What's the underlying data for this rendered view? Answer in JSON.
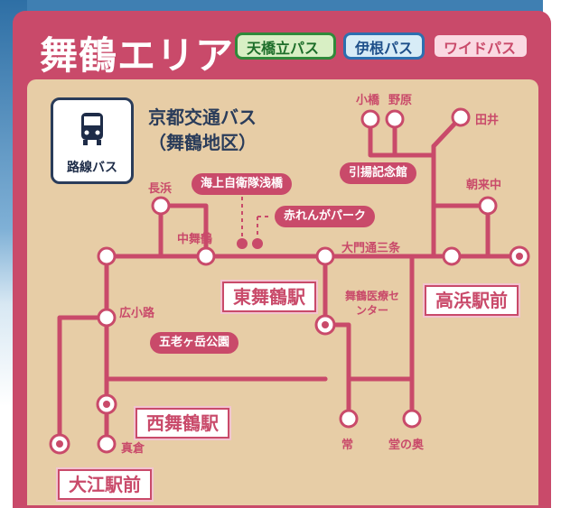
{
  "header": {
    "title": "舞鶴エリア"
  },
  "tags": {
    "amanohashidate": "天橋立パス",
    "ine": "伊根パス",
    "wide": "ワイドパス"
  },
  "legend": {
    "company_line1": "京都交通バス",
    "company_line2": "（舞鶴地区）",
    "bus_label": "路線バス",
    "bus_icon": "bus-icon"
  },
  "stops": {
    "kohashi": "小橋",
    "nohara": "野原",
    "tai": "田井",
    "hikiage": "引揚記念館",
    "asakuchu": "朝来中",
    "nagahama": "長浜",
    "naka_maizuru": "中舞鶴",
    "kaijo": "海上自衛隊浅橋",
    "akarenga": "赤れんがパーク",
    "daimon": "大門通三条",
    "hospital": "舞鶴医療センター",
    "hirokoji": "広小路",
    "goroga": "五老ヶ岳公園",
    "tsune": "常",
    "donooku": "堂の奥",
    "makura": "真倉"
  },
  "major_stations": {
    "higashi_maizuru": "東舞鶴駅",
    "takahama": "高浜駅前",
    "nishi_maizuru": "西舞鶴駅",
    "oe": "大江駅前"
  },
  "colors": {
    "frame": "#c94a6a",
    "panel": "#e7cda6",
    "route": "#c94a6a",
    "bus_box": "#2a3c5a"
  }
}
